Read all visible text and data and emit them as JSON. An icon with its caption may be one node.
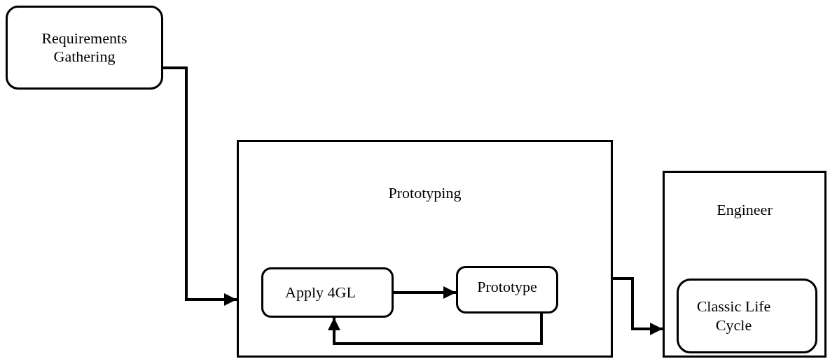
{
  "diagram": {
    "nodes": [
      {
        "text": [
          "Requirements Gathering"
        ]
      },
      {
        "text": [
          "Prototyping"
        ]
      },
      {
        "text": [
          "Apply 4GL"
        ],
        "in": 1
      },
      {
        "text": [
          "Prototype"
        ],
        "in": 1
      },
      {
        "text": [
          "Engineer"
        ]
      },
      {
        "text": [
          "Classic Life Cycle"
        ],
        "in": 4
      }
    ],
    "edges": [
      {
        "from": 0,
        "to": 1,
        "arrow": "to"
      },
      {
        "from": 2,
        "to": 3,
        "arrow": "to"
      },
      {
        "from": 3,
        "to": 2,
        "arrow": "to"
      },
      {
        "from": 1,
        "to": 4,
        "arrow": "to"
      }
    ]
  }
}
